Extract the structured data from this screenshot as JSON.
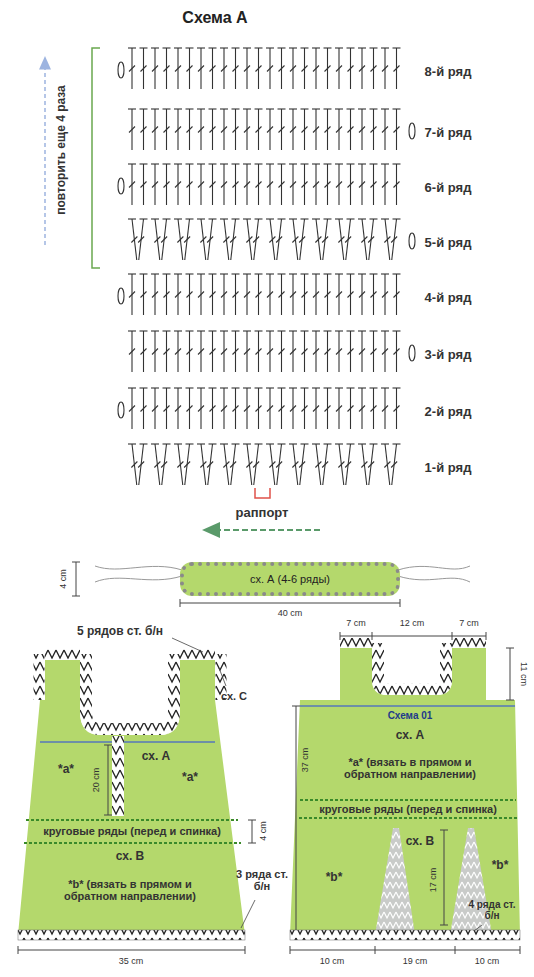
{
  "diagram": {
    "title": "Схема А",
    "nodes": [
      {
        "text": [
          "сх. А (4-6 ряды)"
        ]
      }
    ],
    "labels": [
      "повторить еще 4 раза",
      "8-й ряд",
      "7-й ряд",
      "6-й ряд",
      "5-й ряд",
      "4-й ряд",
      "3-й ряд",
      "2-й ряд",
      "1-й ряд",
      "раппорт",
      "4 cm",
      "40 cm",
      "5 рядов ст. б/н",
      "сх. С",
      "сх. А",
      "20 cm",
      "*a*",
      "*a*",
      "круговые ряды (перед и спинка)",
      "4 cm",
      "сх. В",
      "*b* (вязать в прямом и обратном направлении)",
      "3 ряда ст. б/н",
      "35 cm",
      "7 cm",
      "12 cm",
      "7 cm",
      "11 cm",
      "Схема 01",
      "сх. А",
      "*a* (вязать в прямом и обратном направлении)",
      "круговые ряды (перед и спинка)",
      "37 cm",
      "сх. В",
      "17 cm",
      "*b*",
      "*b*",
      "4 ряда ст. б/н",
      "10 cm",
      "19 cm",
      "10 cm"
    ]
  }
}
